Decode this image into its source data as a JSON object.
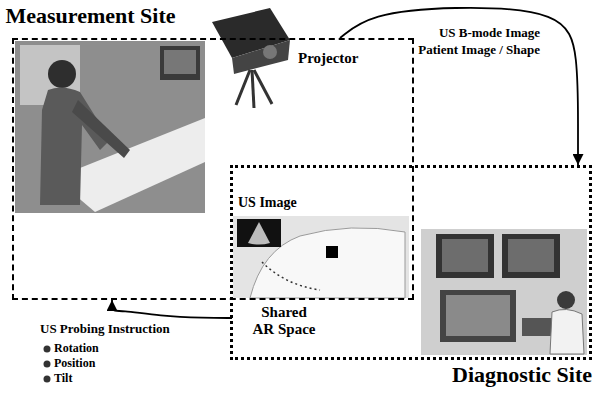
{
  "diagram": {
    "nodes": [
      {
        "text": [
          "Measurement Site"
        ]
      },
      {
        "text": [
          "Diagnostic Site"
        ]
      },
      {
        "text": [
          "Shared AR Space"
        ],
        "in": 1
      }
    ],
    "edges": [
      {
        "from": 0,
        "to": 1,
        "arrow": "to",
        "label": "US B-mode Image"
      },
      {
        "from": 2,
        "to": 0,
        "arrow": "to",
        "label": "US Probing Instruction"
      }
    ],
    "labels": [
      "Patient Image / Shape",
      "Projector",
      "US Image",
      "Rotation",
      "Position",
      "Tilt"
    ]
  }
}
